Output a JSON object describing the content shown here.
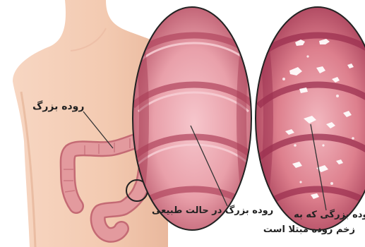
{
  "labels": {
    "colon": "روده بزرگ",
    "normal_colon": "روده بزرگ در حالت طبیعی",
    "diseased_colon_line1": "روده بزرگی که به",
    "diseased_colon_line2": "زخم روده مبتلا است"
  },
  "colors": {
    "skin": "#f4cdb5",
    "skin_shade": "#e9b89d",
    "colon": "#e39a9e",
    "colon_dark": "#c46a74",
    "tissue_light": "#f3b8bf",
    "tissue_mid": "#dc7d8a",
    "tissue_dark": "#a83e55",
    "ulcer": "#ffffff",
    "leader_line": "#333333"
  }
}
